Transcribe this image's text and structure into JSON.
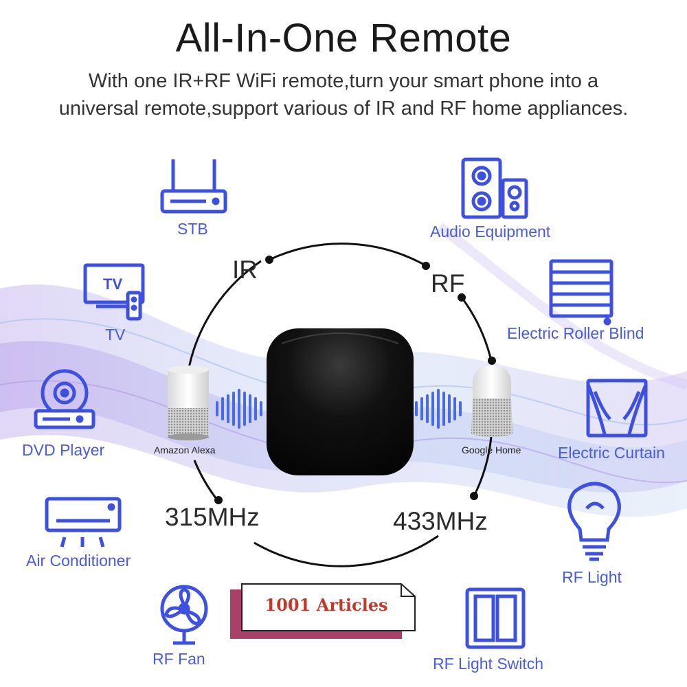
{
  "header": {
    "title": "All-In-One Remote",
    "subtitle_line1": "With one IR+RF WiFi remote,turn your smart phone into a",
    "subtitle_line2": "universal remote,support various of IR and RF home appliances."
  },
  "bands": {
    "ir": "IR",
    "rf": "RF",
    "mhz315": "315MHz",
    "mhz433": "433MHz"
  },
  "speakers": {
    "left": "Amazon Alexa",
    "right": "Google Home"
  },
  "devices": {
    "stb": {
      "label": "STB",
      "icon": "set-top-box-icon"
    },
    "tv": {
      "label": "TV",
      "icon": "tv-icon",
      "icon_text": "TV"
    },
    "dvd": {
      "label": "DVD Player",
      "icon": "dvd-player-icon"
    },
    "ac": {
      "label": "Air Conditioner",
      "icon": "air-conditioner-icon"
    },
    "fan": {
      "label": "RF Fan",
      "icon": "fan-icon"
    },
    "audio": {
      "label": "Audio Equipment",
      "icon": "speaker-icon"
    },
    "blind": {
      "label": "Electric Roller Blind",
      "icon": "roller-blind-icon"
    },
    "curtain": {
      "label": "Electric Curtain",
      "icon": "curtain-icon"
    },
    "light": {
      "label": "RF Light",
      "icon": "light-bulb-icon"
    },
    "switch": {
      "label": "RF Light Switch",
      "icon": "light-switch-icon"
    }
  },
  "watermark": {
    "text": "1001 Articles"
  },
  "colors": {
    "icon_blue": "#3d50e0",
    "label_blue": "#4a5bd6",
    "hub_black": "#0d0d0d",
    "badge_red": "#c0392b",
    "badge_shadow": "#a8406a"
  }
}
